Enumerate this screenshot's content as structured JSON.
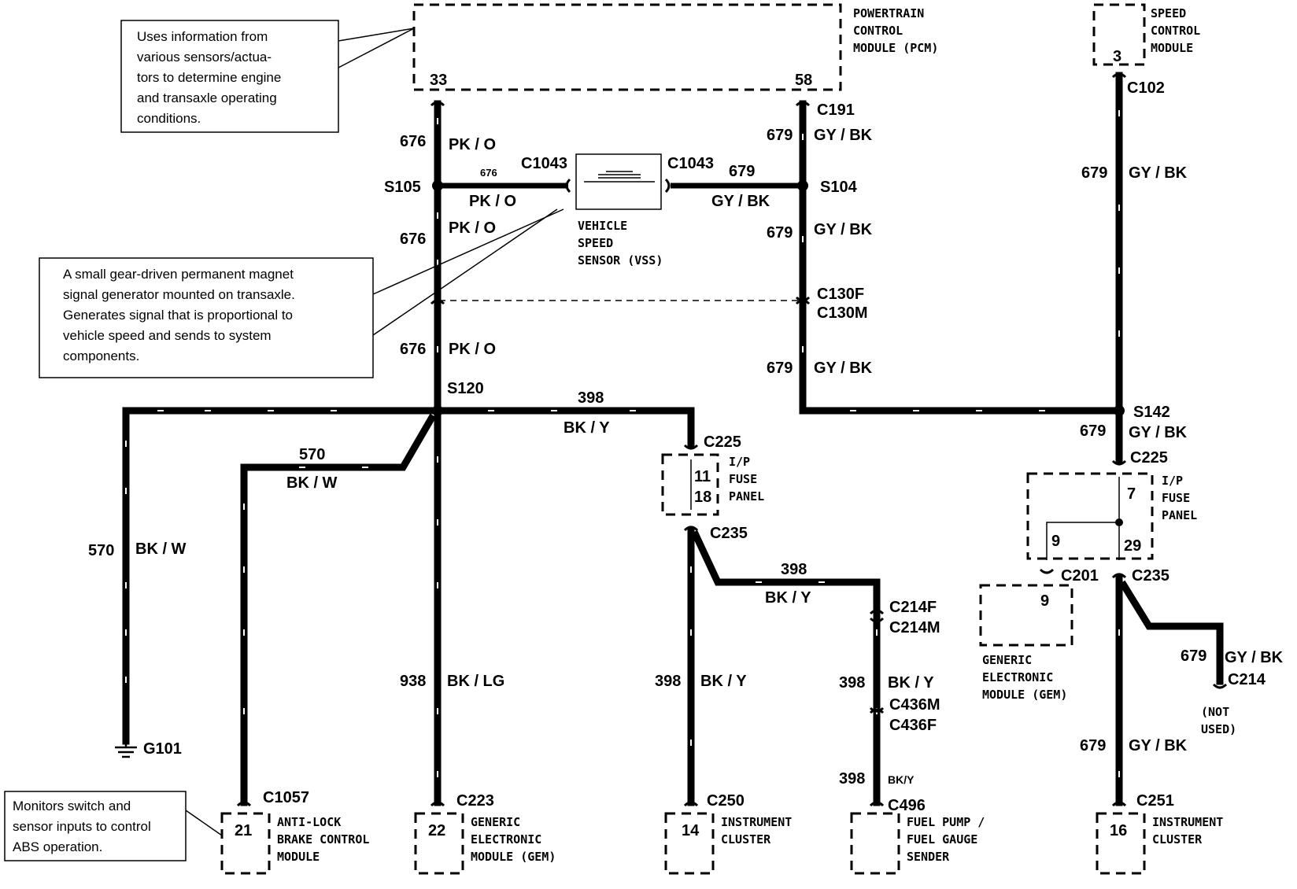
{
  "modules": {
    "pcm": {
      "label_lines": [
        "POWERTRAIN",
        "CONTROL",
        "MODULE (PCM)"
      ],
      "pin_left": "33",
      "pin_right": "58"
    },
    "scm": {
      "label_lines": [
        "SPEED",
        "CONTROL",
        "MODULE"
      ],
      "pin": "3"
    },
    "vss": {
      "label_lines": [
        "VEHICLE",
        "SPEED",
        "SENSOR (VSS)"
      ]
    },
    "ip_fuse_left": {
      "label_lines": [
        "I/P",
        "FUSE",
        "PANEL"
      ],
      "pin_top": "11",
      "pin_bottom": "18"
    },
    "ip_fuse_right": {
      "label_lines": [
        "I/P",
        "FUSE",
        "PANEL"
      ],
      "pin_top": "7",
      "pin_left": "9",
      "pin_right": "29"
    },
    "gem_mid": {
      "label_lines": [
        "GENERIC",
        "ELECTRONIC",
        "MODULE (GEM)"
      ],
      "pin": "9"
    },
    "abs": {
      "label_lines": [
        "ANTI-LOCK",
        "BRAKE CONTROL",
        "MODULE"
      ],
      "pin": "21"
    },
    "gem_bottom": {
      "label_lines": [
        "GENERIC",
        "ELECTRONIC",
        "MODULE (GEM)"
      ],
      "pin": "22"
    },
    "ic_left": {
      "label_lines": [
        "INSTRUMENT",
        "CLUSTER"
      ],
      "pin": "14"
    },
    "fuel": {
      "label_lines": [
        "FUEL PUMP /",
        "FUEL GAUGE",
        "SENDER"
      ]
    },
    "ic_right": {
      "label_lines": [
        "INSTRUMENT",
        "CLUSTER"
      ],
      "pin": "16"
    },
    "not_used": {
      "label_lines": [
        "(NOT",
        "USED)"
      ]
    }
  },
  "notes": {
    "pcm": [
      "Uses information from",
      "various sensors/actua-",
      "tors to determine engine",
      "and transaxle operating",
      "conditions."
    ],
    "vss": [
      "A small gear-driven permanent magnet",
      "signal generator mounted on transaxle.",
      "Generates signal that is proportional to",
      "vehicle speed and sends to system",
      "components."
    ],
    "abs": [
      "Monitors switch and",
      "sensor inputs to control",
      "ABS operation."
    ]
  },
  "connectors": {
    "c191": "C191",
    "c102": "C102",
    "c1043_left": "C1043",
    "c1043_right": "C1043",
    "s105": "S105",
    "s104": "S104",
    "c130f": "C130F",
    "c130m": "C130M",
    "s120": "S120",
    "s142": "S142",
    "c225_left": "C225",
    "c225_right": "C225",
    "c235_left": "C235",
    "c235_right": "C235",
    "c201": "C201",
    "c214f": "C214F",
    "c214m": "C214M",
    "c214": "C214",
    "c436m": "C436M",
    "c436f": "C436F",
    "c496": "C496",
    "c1057": "C1057",
    "c223": "C223",
    "c250": "C250",
    "c251": "C251",
    "g101": "G101"
  },
  "wires": {
    "w676_a": {
      "num": "676",
      "color": "PK / O"
    },
    "w676_b": {
      "num": "676",
      "color": "PK / O"
    },
    "w676_c": {
      "num": "676",
      "color": "PK / O"
    },
    "w676_vss": {
      "num": "676",
      "color": "PK / O"
    },
    "w679_vss": {
      "num": "679",
      "color": "GY / BK"
    },
    "w679_a": {
      "num": "679",
      "color": "GY / BK"
    },
    "w679_b": {
      "num": "679",
      "color": "GY / BK"
    },
    "w679_c": {
      "num": "679",
      "color": "GY / BK"
    },
    "w679_scm": {
      "num": "679",
      "color": "GY / BK"
    },
    "w679_s142": {
      "num": "679",
      "color": "GY / BK"
    },
    "w679_c214": {
      "num": "679",
      "color": "GY / BK"
    },
    "w679_ic": {
      "num": "679",
      "color": "GY / BK"
    },
    "w398_top": {
      "num": "398",
      "color": "BK / Y"
    },
    "w398_mid": {
      "num": "398",
      "color": "BK / Y"
    },
    "w398_ic": {
      "num": "398",
      "color": "BK / Y"
    },
    "w398_fuel1": {
      "num": "398",
      "color": "BK / Y"
    },
    "w398_fuel2": {
      "num": "398",
      "color": "BK/Y"
    },
    "w570_a": {
      "num": "570",
      "color": "BK / W"
    },
    "w570_b": {
      "num": "570",
      "color": "BK / W"
    },
    "w938": {
      "num": "938",
      "color": "BK / LG"
    }
  }
}
